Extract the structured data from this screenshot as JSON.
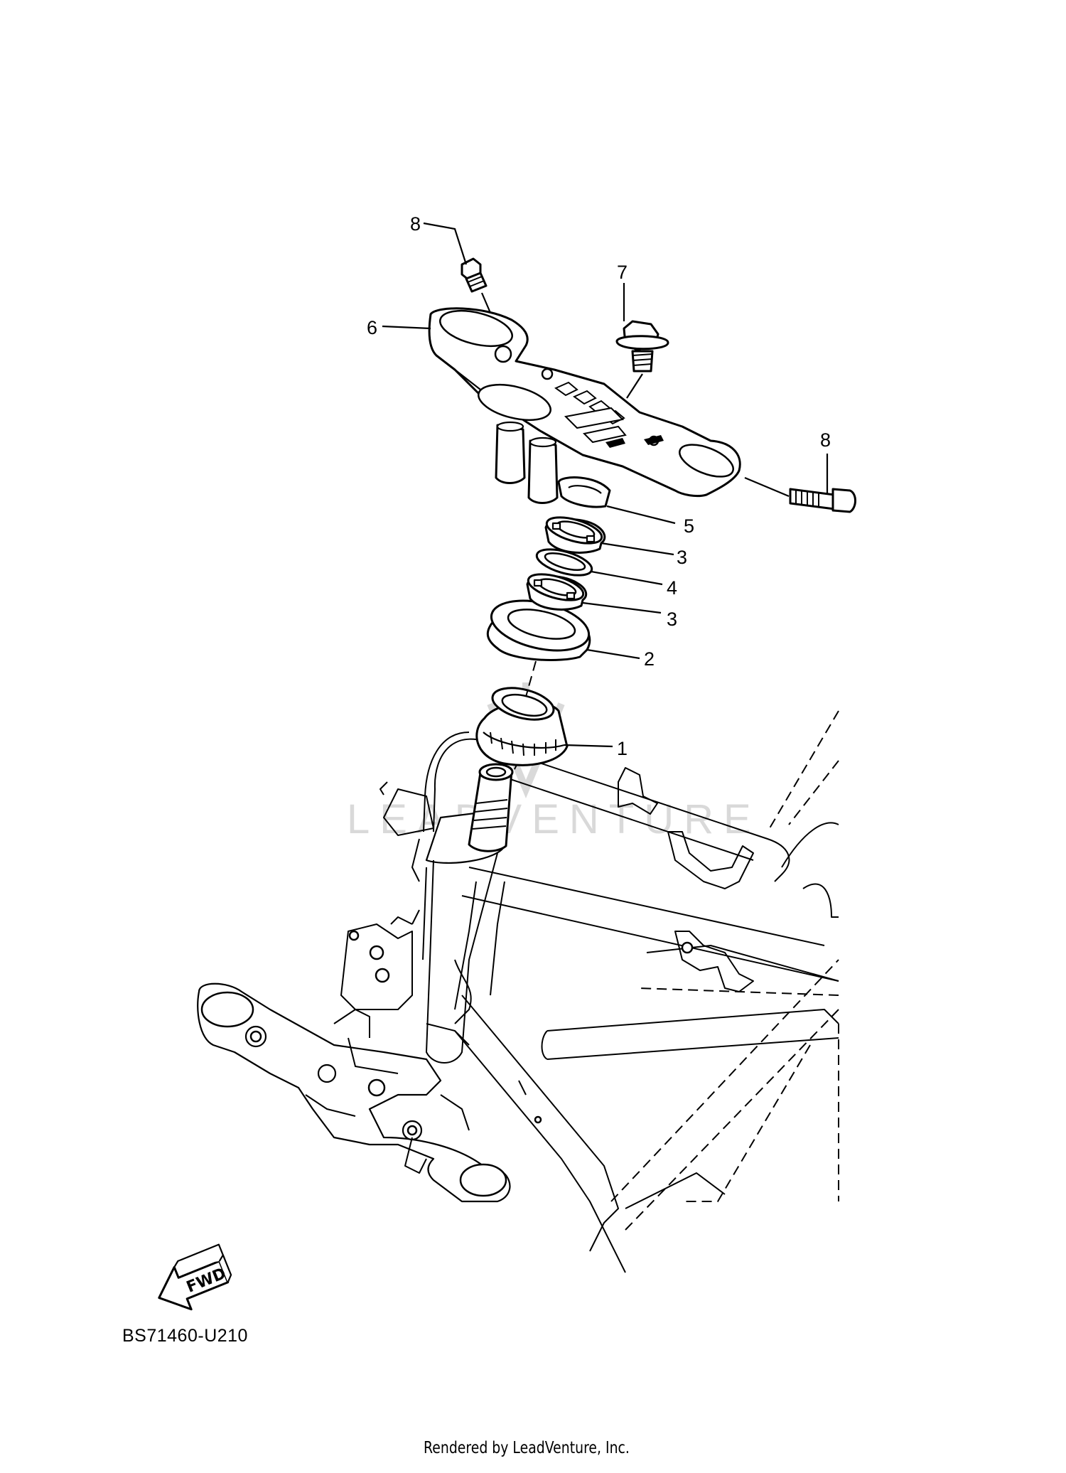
{
  "diagram": {
    "callouts": [
      {
        "id": "c8a",
        "text": "8"
      },
      {
        "id": "c7",
        "text": "7"
      },
      {
        "id": "c6",
        "text": "6"
      },
      {
        "id": "c8b",
        "text": "8"
      },
      {
        "id": "c5",
        "text": "5"
      },
      {
        "id": "c3a",
        "text": "3"
      },
      {
        "id": "c4",
        "text": "4"
      },
      {
        "id": "c3b",
        "text": "3"
      },
      {
        "id": "c2",
        "text": "2"
      },
      {
        "id": "c1",
        "text": "1"
      }
    ],
    "fwd_label": "FWD",
    "diagram_code": "BS71460-U210",
    "watermark": "LEADVENTURE",
    "render_credit": "Rendered by LeadVenture, Inc."
  }
}
